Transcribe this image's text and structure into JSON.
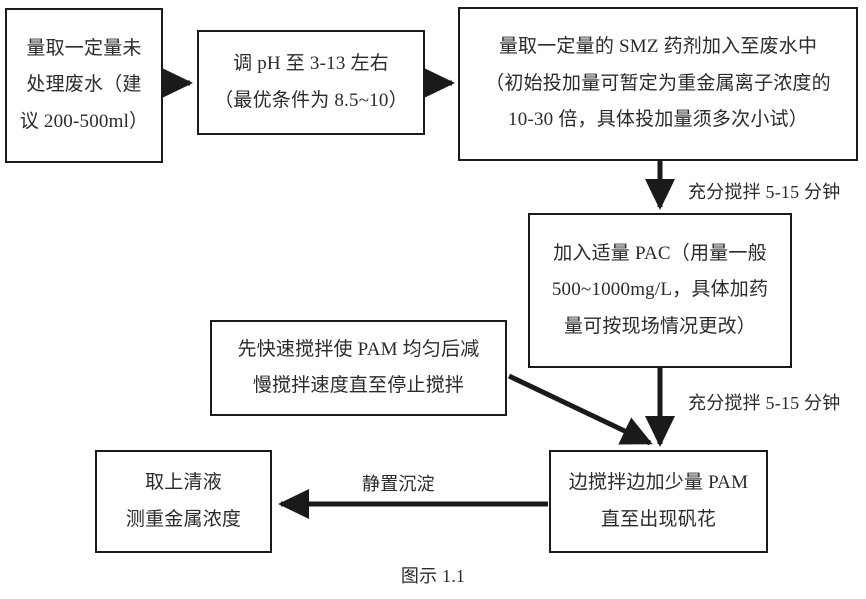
{
  "diagram": {
    "caption": "图示 1.1",
    "nodes": [
      {
        "id": "measure-wastewater",
        "lines": [
          "量取一定量未",
          "处理废水（建",
          "议 200-500ml）"
        ]
      },
      {
        "id": "adjust-ph",
        "lines": [
          "调 pH 至 3-13 左右",
          "（最优条件为 8.5~10）"
        ]
      },
      {
        "id": "add-smz",
        "lines": [
          "量取一定量的 SMZ 药剂加入至废水中",
          "（初始投加量可暂定为重金属离子浓度的",
          "10-30 倍，具体投加量须多次小试）"
        ]
      },
      {
        "id": "add-pac",
        "lines": [
          "加入适量 PAC（用量一般",
          "500~1000mg/L，具体加药",
          "量可按现场情况更改）"
        ]
      },
      {
        "id": "pam-stir-note",
        "lines": [
          "先快速搅拌使 PAM 均匀后减",
          "慢搅拌速度直至停止搅拌"
        ]
      },
      {
        "id": "add-pam",
        "lines": [
          "边搅拌边加少量 PAM",
          "直至出现矾花"
        ]
      },
      {
        "id": "take-supernatant",
        "lines": [
          "取上清液",
          "测重金属浓度"
        ]
      }
    ],
    "edge_labels": [
      {
        "id": "stir-label-1",
        "text": "充分搅拌 5-15 分钟"
      },
      {
        "id": "stir-label-2",
        "text": "充分搅拌 5-15 分钟"
      },
      {
        "id": "settle-label",
        "text": "静置沉淀"
      }
    ],
    "colors": {
      "stroke": "#1a1a1a",
      "text": "#2b2b2b",
      "background": "#ffffff"
    }
  }
}
